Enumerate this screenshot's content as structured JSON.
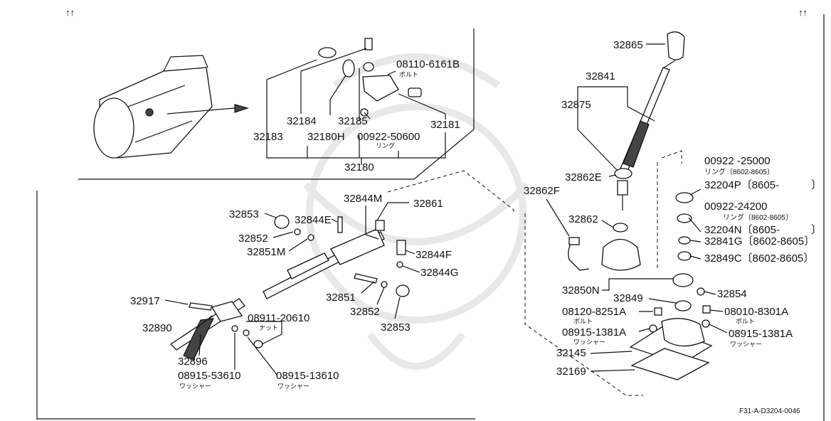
{
  "corner_marks": {
    "left": "↑↑",
    "right": "↑↑"
  },
  "figure_code": "F31-A-D3204-0046",
  "labels": {
    "p08110_6161B": "08110-6161B",
    "p08110_6161B_sub": "ボルト",
    "p32184": "32184",
    "p32185": "32185",
    "p32181": "32181",
    "p32183": "32183",
    "p32180H": "32180H",
    "p00922_50600": "00922-50600",
    "p00922_50600_sub": "リング",
    "p32180": "32180",
    "p32865": "32865",
    "p32841": "32841",
    "p32875": "32875",
    "p32862E": "32862E",
    "p32862F": "32862F",
    "p32862": "32862",
    "p00922_25000": "00922 -25000",
    "p00922_25000_sub": "リング〔8602-8605〕",
    "p32204P": "32204P〔8605-",
    "p00922_24200": "00922-24200",
    "p00922_24200_sub": "リング〔8602-8605〕",
    "p32204N": "32204N〔8605-",
    "p32841G": "32841G〔8602-8605〕",
    "p32849C": "32849C〔8602-8605〕",
    "p32850N": "32850N",
    "p32849": "32849",
    "p32854": "32854",
    "p08120_8251A": "08120-8251A",
    "p08120_8251A_sub": "ボルト",
    "p08010_8301A": "08010-8301A",
    "p08010_8301A_sub": "ボルト",
    "p08915_1381A_l": "08915-1381A",
    "p08915_1381A_l_sub": "ワッシャー",
    "p08915_1381A_r": "08915-1381A",
    "p08915_1381A_r_sub": "ワッシャー",
    "p32145": "32145",
    "p32169": "32169",
    "p32844M": "32844M",
    "p32861": "32861",
    "p32853_a": "32853",
    "p32844E": "32844E",
    "p32852_a": "32852",
    "p32851M": "32851M",
    "p32844F": "32844F",
    "p32844G": "32844G",
    "p32851": "32851",
    "p32852_b": "32852",
    "p32853_b": "32853",
    "p32917": "32917",
    "p32890": "32890",
    "p08911_20610": "08911-20610",
    "p08911_20610_sub": "ナット",
    "p32896": "32896",
    "p08915_53610": "08915-53610",
    "p08915_53610_sub": "ワッシャー",
    "p08915_13610": "08915-13610",
    "p08915_13610_sub": "ワッシャー"
  }
}
